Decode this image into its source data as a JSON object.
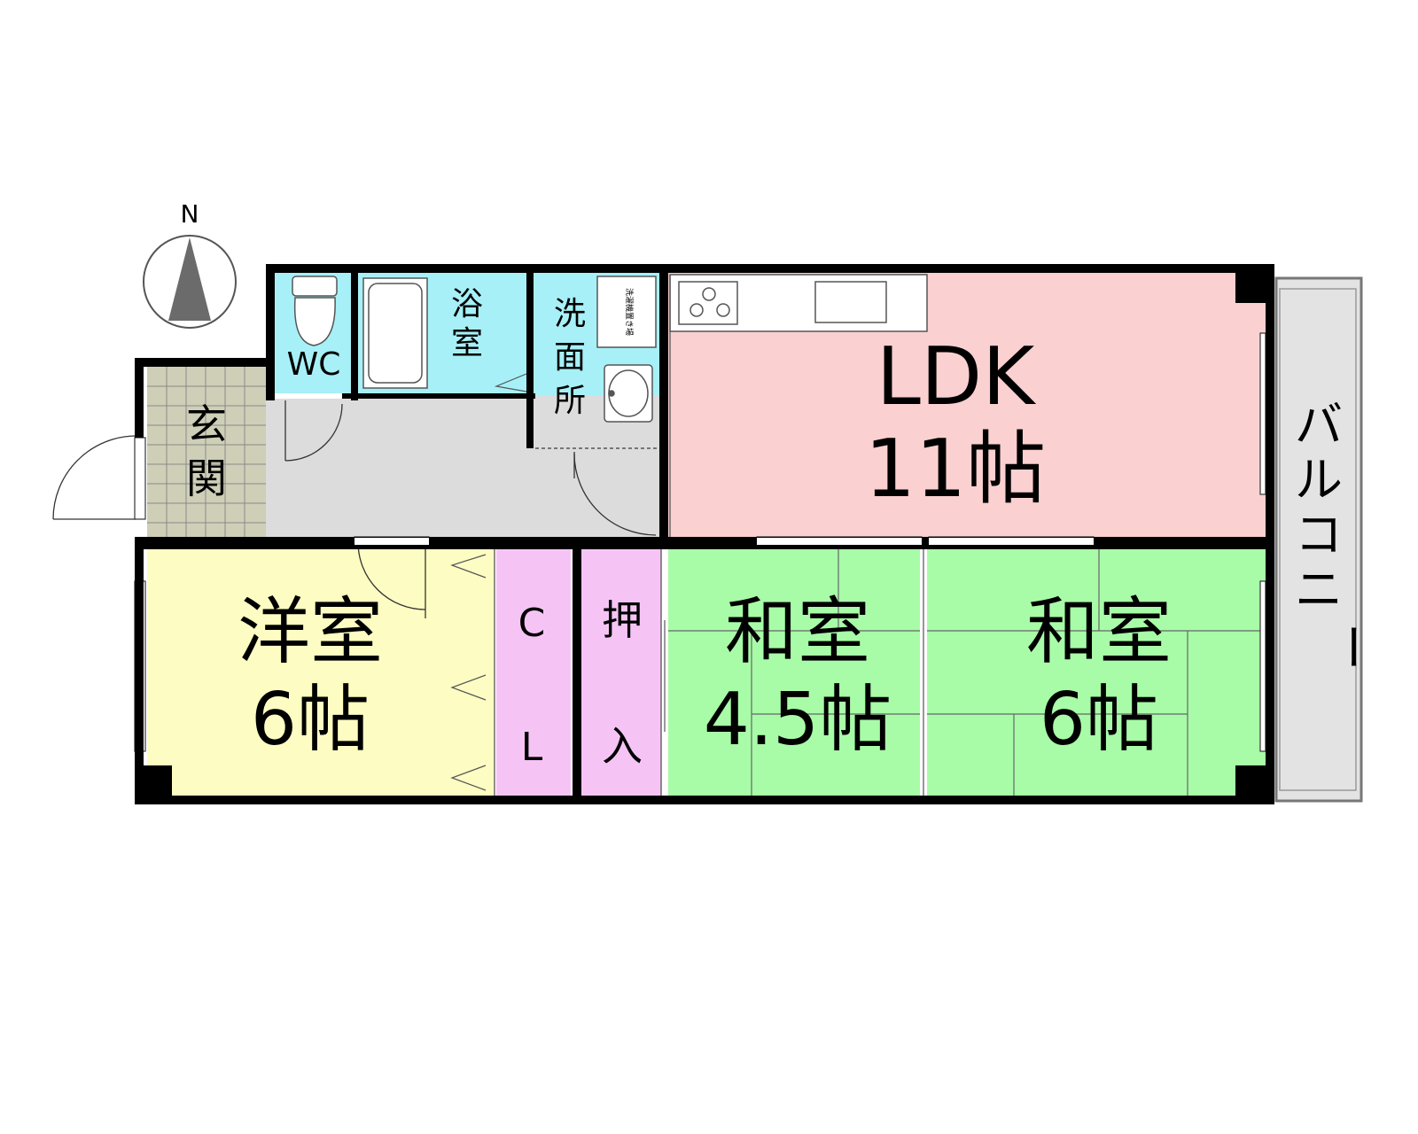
{
  "compass": {
    "north_label": "N"
  },
  "rooms": {
    "wc": {
      "label": "WC"
    },
    "bath": {
      "label_1": "浴",
      "label_2": "室"
    },
    "washroom": {
      "label_1": "洗",
      "label_2": "面",
      "label_3": "所",
      "washer_label": "洗濯機置き場"
    },
    "entrance": {
      "label_1": "玄",
      "label_2": "関"
    },
    "ldk": {
      "name": "LDK",
      "size": "11帖"
    },
    "western": {
      "name": "洋室",
      "size": "6帖"
    },
    "closet": {
      "label_1": "C",
      "label_2": "L"
    },
    "oshiire": {
      "label_1": "押",
      "label_2": "入"
    },
    "washitsu_small": {
      "name": "和室",
      "size": "4.5帖"
    },
    "washitsu_large": {
      "name": "和室",
      "size": "6帖"
    },
    "balcony": {
      "label_1": "バ",
      "label_2": "ル",
      "label_3": "コ",
      "label_4": "ニ",
      "label_5": "ー"
    }
  },
  "colors": {
    "wc": "#a7f0f7",
    "bath": "#a7f0f7",
    "washroom": "#a7f0f7",
    "hall": "#dcdcdc",
    "entrance": "#cfcfb8",
    "ldk": "#fbd0d0",
    "western": "#fdfdc3",
    "closet": "#f5c4f5",
    "oshiire": "#f5c4f5",
    "washitsu": "#a8fca8",
    "balcony": "#e3e3e3",
    "wall": "#000000"
  }
}
